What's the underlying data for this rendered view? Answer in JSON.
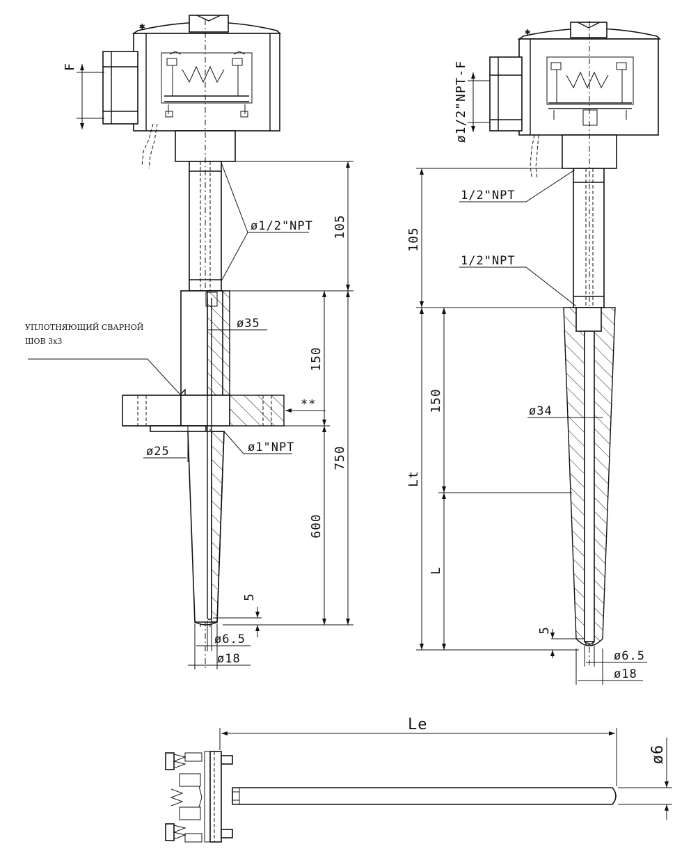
{
  "left_view": {
    "dim_F": "F",
    "npt_head_shank": "ø1/2\"NPT",
    "dim_105": "105",
    "dim_150": "150",
    "dim_750": "750",
    "dim_600": "600",
    "dim_5": "5",
    "dia_35": "ø35",
    "dia_25": "ø25",
    "npt_1": "ø1\"NPT",
    "dia_6_5": "ø6.5",
    "dia_18": "ø18",
    "flange_mark": "**",
    "weld_note_line1": "УПЛОТНЯЮЩИЙ СВАРНОЙ",
    "weld_note_line2": "ШОВ 3х3"
  },
  "right_view": {
    "npt_head": "ø1/2\"NPT-F",
    "npt_upper": "1/2\"NPT",
    "npt_lower": "1/2\"NPT",
    "dim_105": "105",
    "dim_150": "150",
    "dim_Lt": "Lt",
    "dim_L": "L",
    "dim_5": "5",
    "dia_34": "ø34",
    "dia_6_5": "ø6.5",
    "dia_18": "ø18"
  },
  "bottom_view": {
    "dim_Le": "Le",
    "dia_6": "ø6"
  }
}
